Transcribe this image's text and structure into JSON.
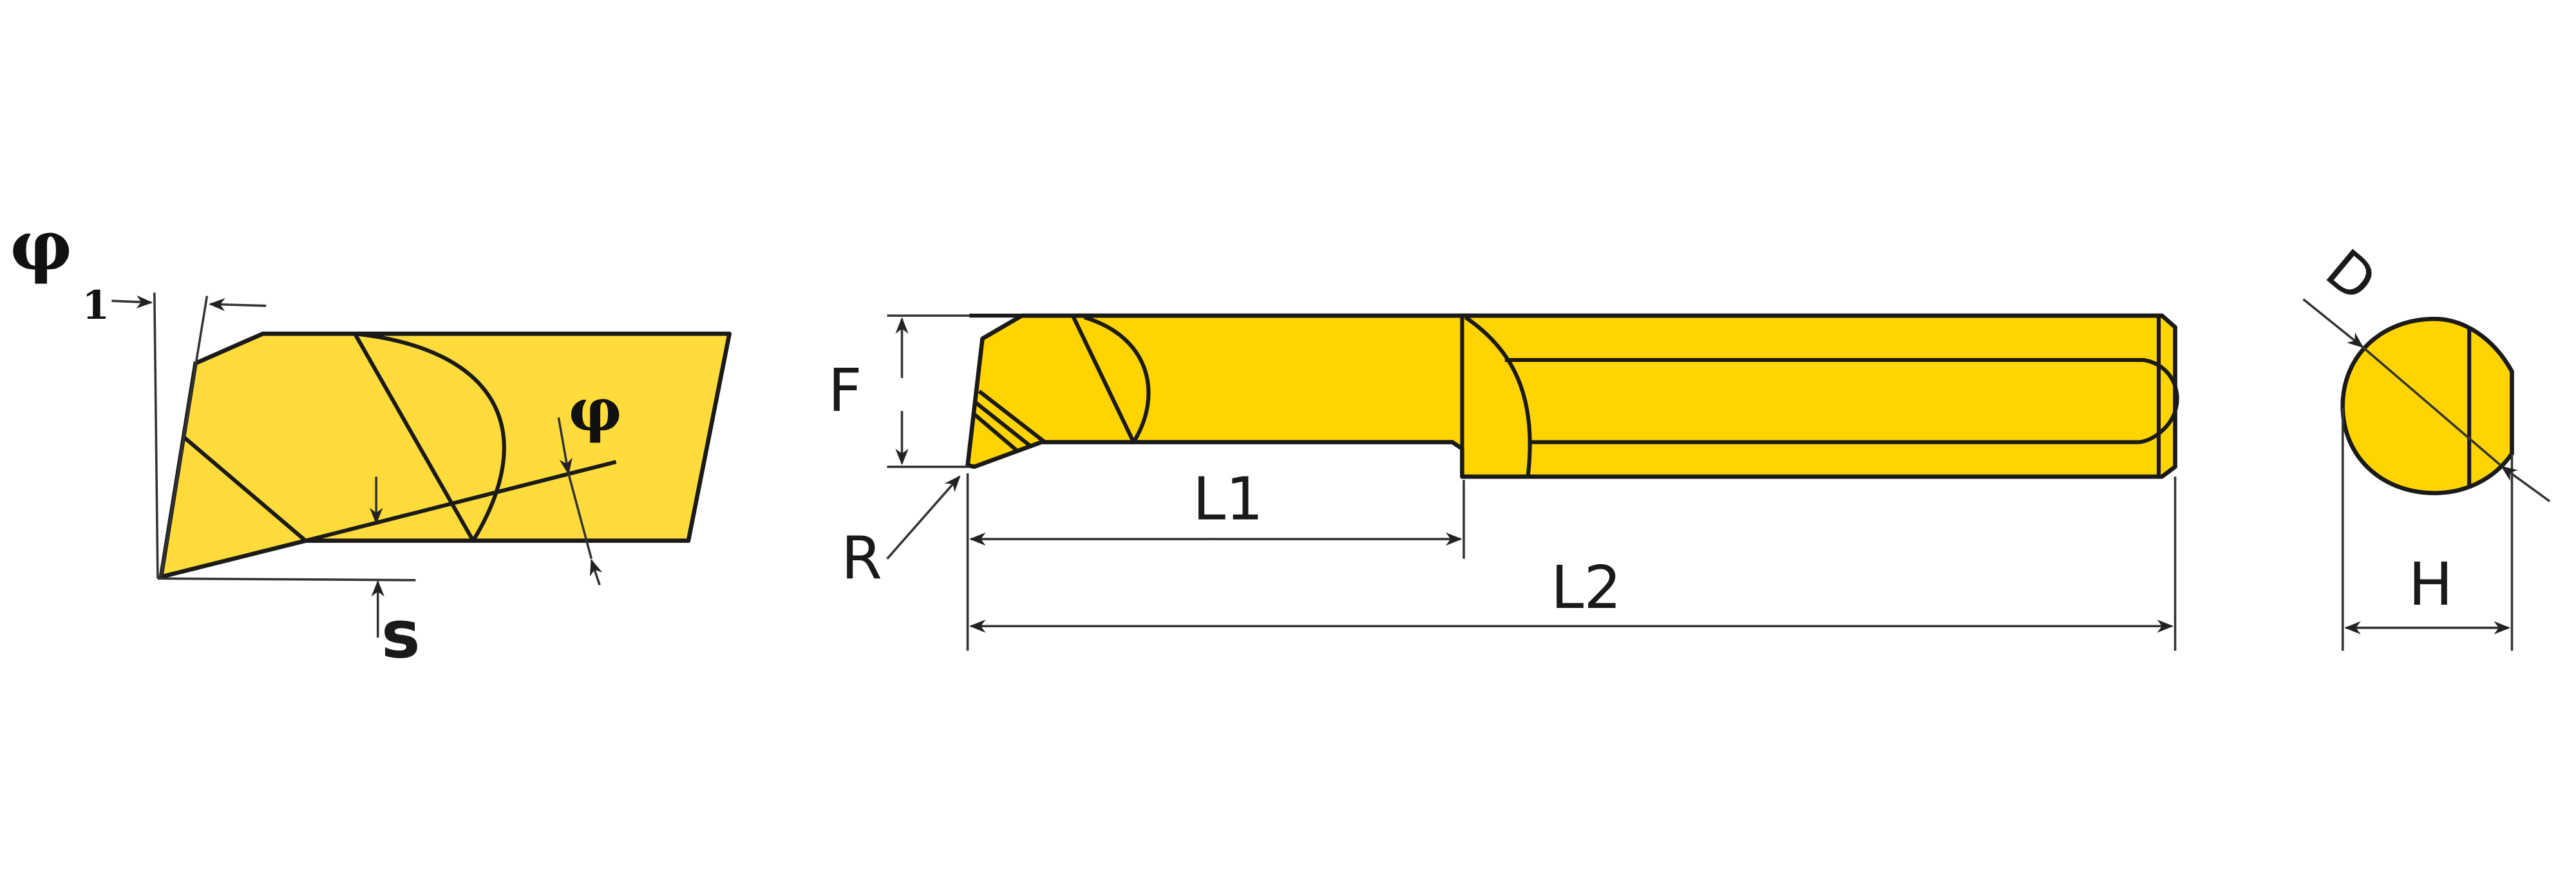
{
  "labels": {
    "phi1_main": "φ",
    "phi1_sub": "1",
    "phi": "φ",
    "s": "s",
    "F": "F",
    "R": "R",
    "L1": "L1",
    "L2": "L2",
    "D": "D",
    "H": "H"
  },
  "colors": {
    "insert_fill": "#ffdc3c",
    "tool_fill": "#ffd400",
    "outline": "#1a1a1a"
  }
}
